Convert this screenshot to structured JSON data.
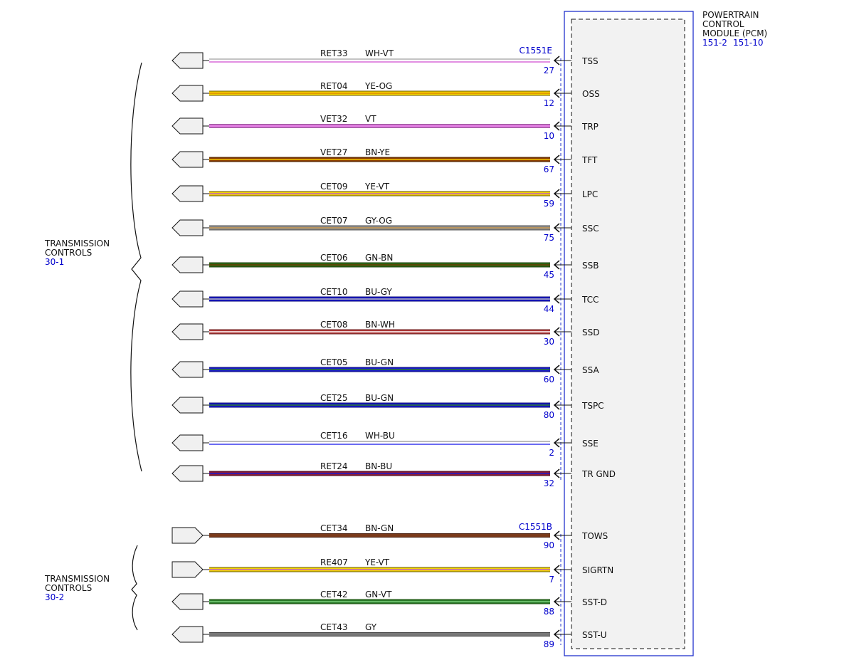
{
  "module": {
    "title": [
      "POWERTRAIN",
      "CONTROL",
      "MODULE (PCM)"
    ],
    "refs": [
      "151-2",
      "151-10"
    ]
  },
  "connectors": [
    "C1551E",
    "C1551B"
  ],
  "groups": [
    {
      "title": [
        "TRANSMISSION",
        "CONTROLS"
      ],
      "ref": "30-1"
    },
    {
      "title": [
        "TRANSMISSION",
        "CONTROLS"
      ],
      "ref": "30-2"
    }
  ],
  "wires": [
    {
      "circuit": "RET33",
      "color": "WH-VT",
      "pin": "27",
      "signal": "TSS",
      "base": "#ffffff",
      "stripe": "#d86ad8",
      "outline": "#888888",
      "group": 0,
      "style": "single"
    },
    {
      "circuit": "RET04",
      "color": "YE-OG",
      "pin": "12",
      "signal": "OSS",
      "base": "#f3d400",
      "stripe": "#e08a00",
      "outline": "#6a5a00",
      "group": 0,
      "style": "double"
    },
    {
      "circuit": "VET32",
      "color": "VT",
      "pin": "10",
      "signal": "TRP",
      "base": "#e07de0",
      "stripe": "#e07de0",
      "outline": "#905090",
      "group": 0,
      "style": "solid"
    },
    {
      "circuit": "VET27",
      "color": "BN-YE",
      "pin": "67",
      "signal": "TFT",
      "base": "#8a3a00",
      "stripe": "#f2c400",
      "outline": "#4a2000",
      "group": 0,
      "style": "double"
    },
    {
      "circuit": "CET09",
      "color": "YE-VT",
      "pin": "59",
      "signal": "LPC",
      "base": "#f3d400",
      "stripe": "#c060c0",
      "outline": "#6a5a00",
      "group": 0,
      "style": "double"
    },
    {
      "circuit": "CET07",
      "color": "GY-OG",
      "pin": "75",
      "signal": "SSC",
      "base": "#8c8c8c",
      "stripe": "#c89850",
      "outline": "#555555",
      "group": 0,
      "style": "double"
    },
    {
      "circuit": "CET06",
      "color": "GN-BN",
      "pin": "45",
      "signal": "SSB",
      "base": "#2f6a16",
      "stripe": "#6a3a00",
      "outline": "#1d400d",
      "group": 0,
      "style": "double"
    },
    {
      "circuit": "CET10",
      "color": "BU-GY",
      "pin": "44",
      "signal": "TCC",
      "base": "#1a1acc",
      "stripe": "#bbbbbb",
      "outline": "#0a0a77",
      "group": 0,
      "style": "double"
    },
    {
      "circuit": "CET08",
      "color": "BN-WH",
      "pin": "30",
      "signal": "SSD",
      "base": "#b23838",
      "stripe": "#ffffff",
      "outline": "#6a1f1f",
      "group": 0,
      "style": "double"
    },
    {
      "circuit": "CET05",
      "color": "BU-GN",
      "pin": "60",
      "signal": "SSA",
      "base": "#1a1acc",
      "stripe": "#2a7a2a",
      "outline": "#0a0a77",
      "group": 0,
      "style": "double"
    },
    {
      "circuit": "CET25",
      "color": "BU-GN",
      "pin": "80",
      "signal": "TSPC",
      "base": "#1a1acc",
      "stripe": "#2a7a2a",
      "outline": "#0a0a77",
      "group": 0,
      "style": "double"
    },
    {
      "circuit": "CET16",
      "color": "WH-BU",
      "pin": "2",
      "signal": "SSE",
      "base": "#ffffff",
      "stripe": "#3a3aee",
      "outline": "#777777",
      "group": 0,
      "style": "single"
    },
    {
      "circuit": "RET24",
      "color": "BN-BU",
      "pin": "32",
      "signal": "TR GND",
      "base": "#8a1a3a",
      "stripe": "#1a1acc",
      "outline": "#4a0a1a",
      "group": 0,
      "style": "double"
    },
    {
      "circuit": "CET34",
      "color": "BN-GN",
      "pin": "90",
      "signal": "TOWS",
      "base": "#7a3a1a",
      "stripe": "#7a3a1a",
      "outline": "#4a2010",
      "group": 1,
      "style": "solid"
    },
    {
      "circuit": "RE407",
      "color": "YE-VT",
      "pin": "7",
      "signal": "SIGRTN",
      "base": "#f3d400",
      "stripe": "#c060c0",
      "outline": "#6a5a00",
      "group": 1,
      "style": "double"
    },
    {
      "circuit": "CET42",
      "color": "GN-VT",
      "pin": "88",
      "signal": "SST-D",
      "base": "#2a7a2a",
      "stripe": "#7ad07a",
      "outline": "#1d500d",
      "group": 1,
      "style": "double"
    },
    {
      "circuit": "CET43",
      "color": "GY",
      "pin": "89",
      "signal": "SST-U",
      "base": "#777777",
      "stripe": "#777777",
      "outline": "#444444",
      "group": 1,
      "style": "solid"
    }
  ],
  "colors": {
    "ref_text": "#0000cc",
    "module_border": "#2233cc",
    "module_fill": "#f2f2f2"
  }
}
